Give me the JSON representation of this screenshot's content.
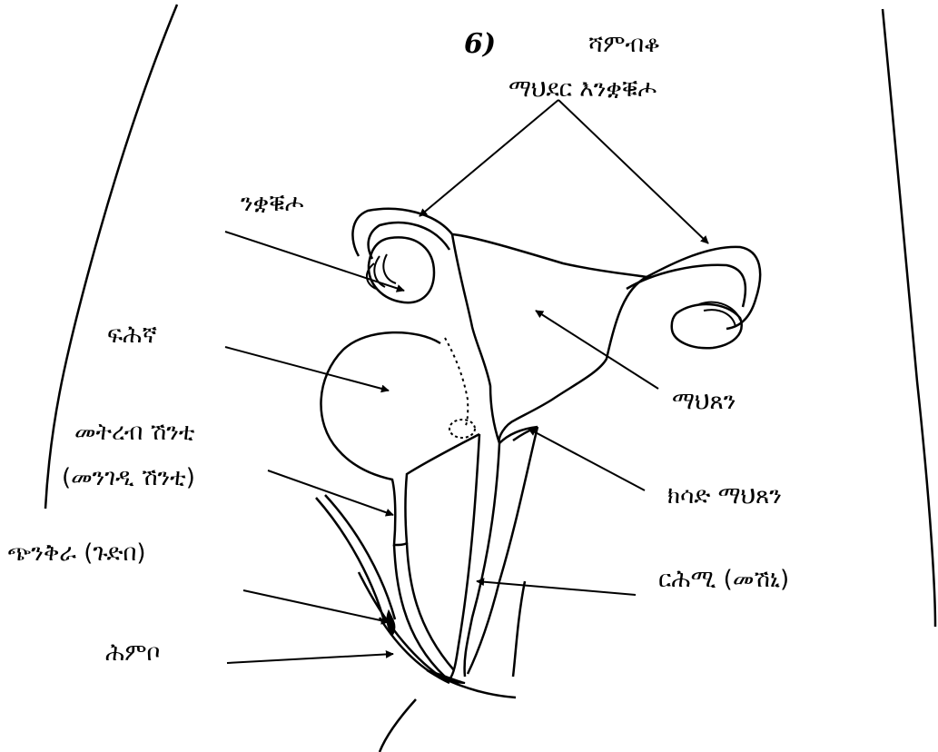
{
  "page_number": "6)",
  "labels": {
    "shambqo": "ሻምብቆ",
    "mahder_enqaqhuto": "ማህደር እንቋቑሖ",
    "nqaqhuto": "ንቋቑሖ",
    "fhino": "ፍሕኛ",
    "mahtsen": "ማህጸን",
    "metreb_shinti": "መትረብ ሽንቲ",
    "mengedi_shinti": "(መንገዲ ሽንቲ)",
    "ksad_mahtsen": "ክሳድ ማህጸን",
    "chenqra": "ጭንቅራ (ጉድበ)",
    "rhmi": "ርሕሚ (መሽኒ)",
    "hmbo": "ሕምቦ"
  }
}
